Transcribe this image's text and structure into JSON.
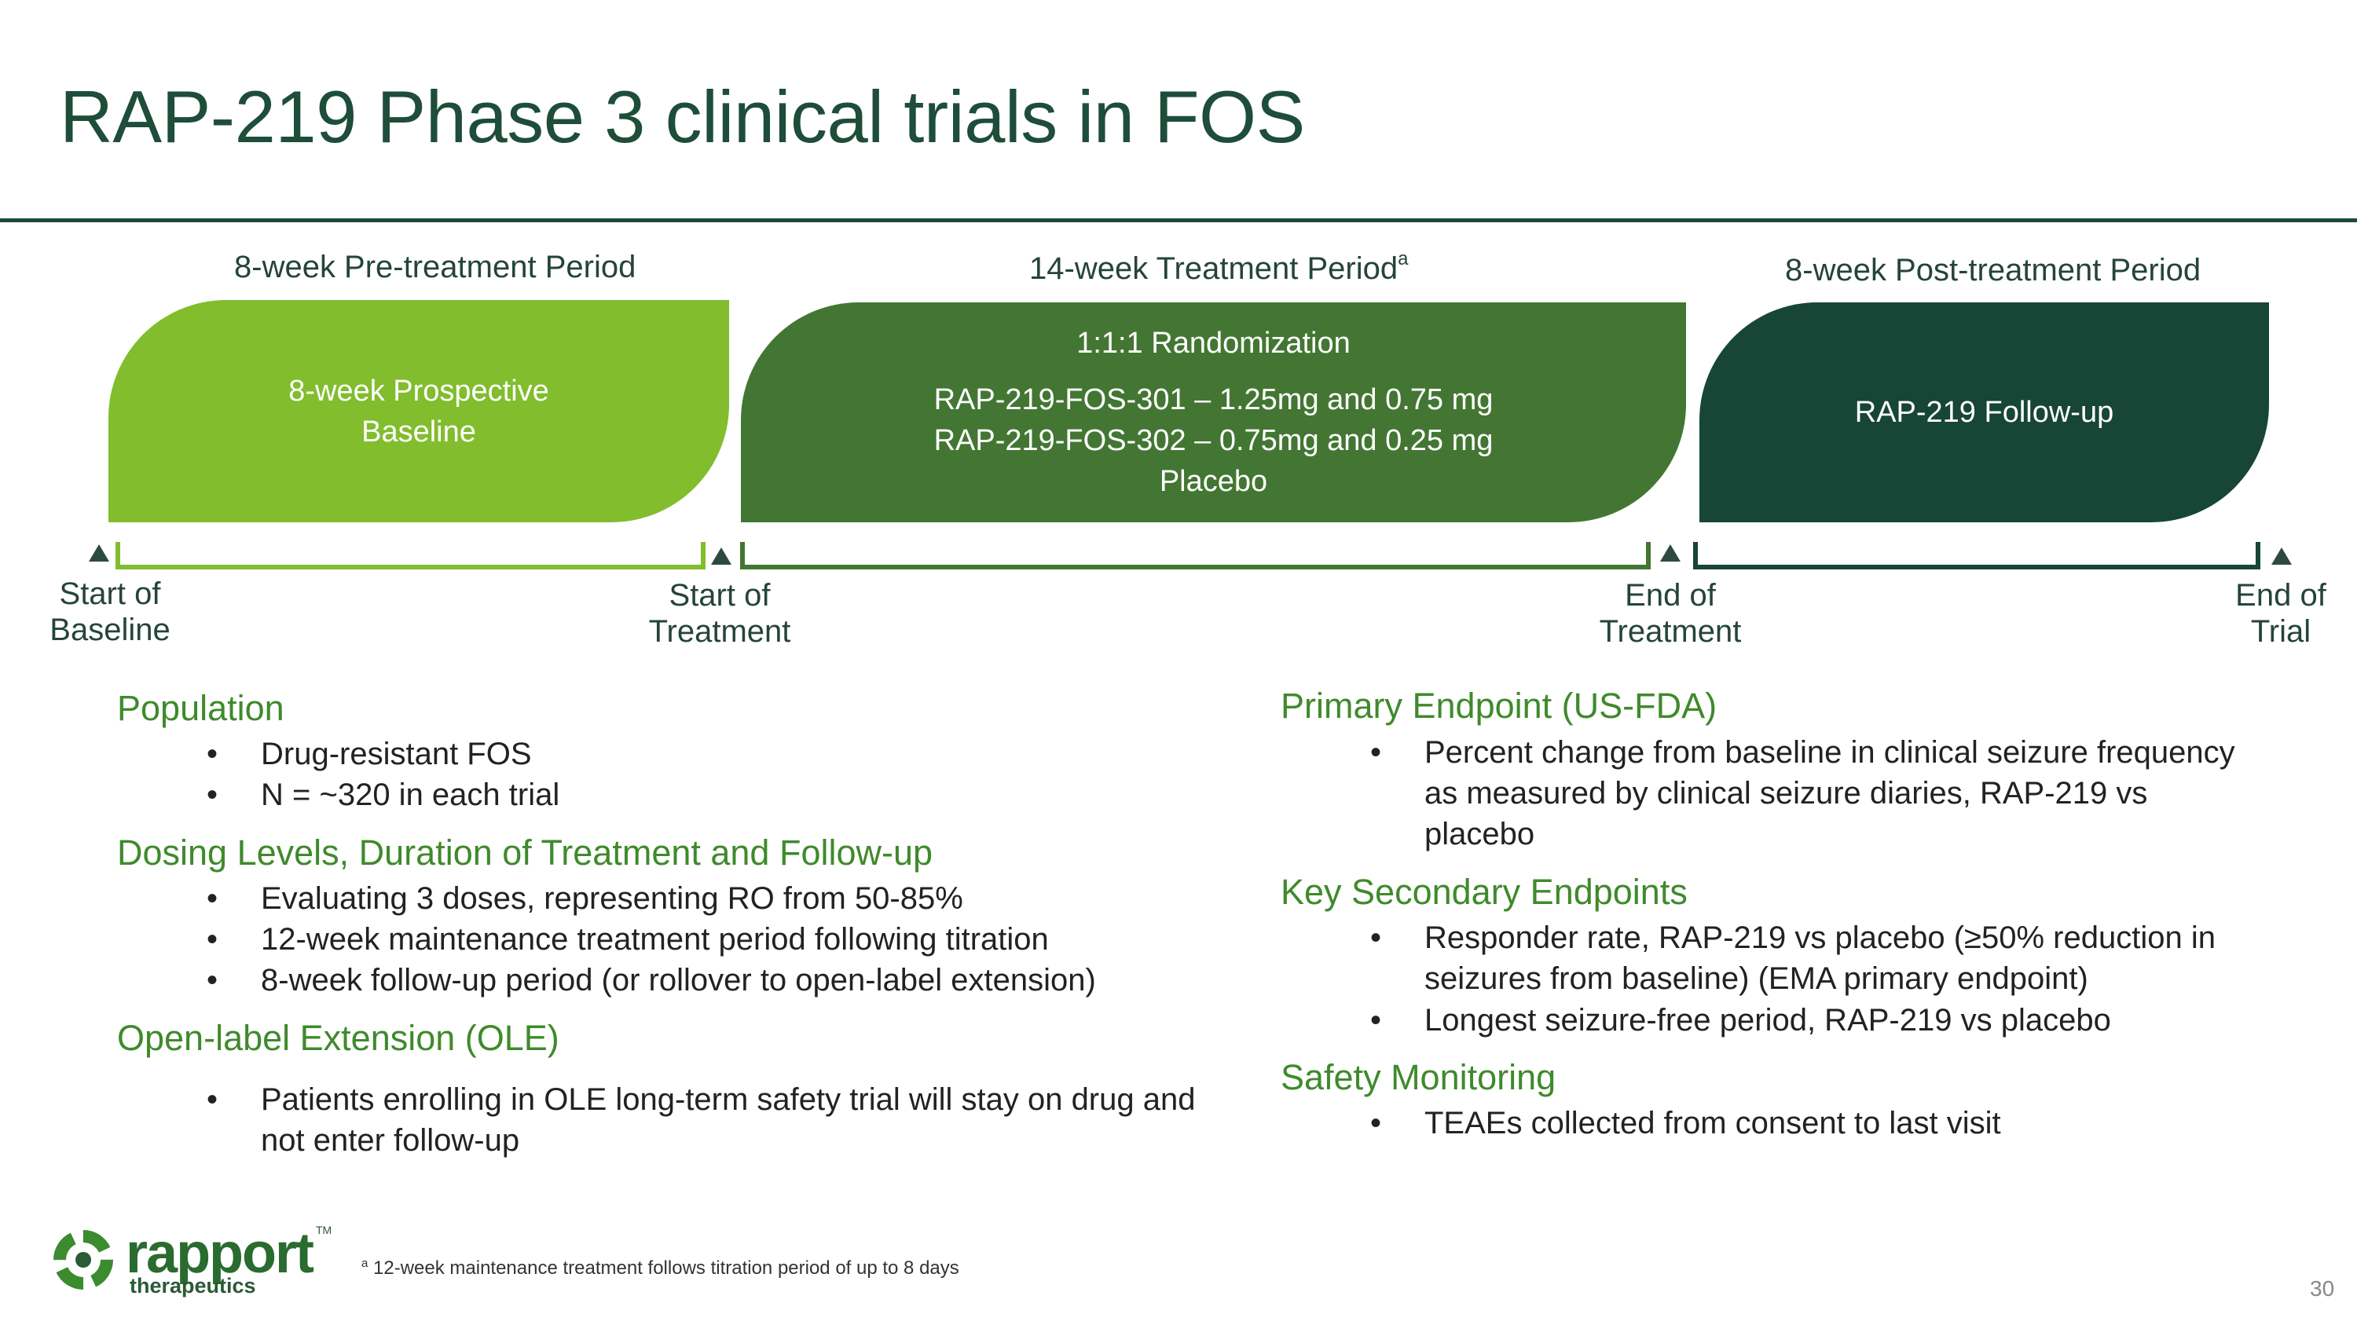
{
  "slide": {
    "title": "RAP-219 Phase 3 clinical trials in FOS",
    "page_number": "30"
  },
  "timeline": {
    "periods": [
      {
        "label": "8-week Pre-treatment Period"
      },
      {
        "label": "14-week Treatment Period",
        "superscript": "a"
      },
      {
        "label": "8-week Post-treatment Period"
      }
    ],
    "boxes": {
      "pre": {
        "lines": [
          "8-week Prospective",
          "Baseline"
        ]
      },
      "treatment": {
        "heading": "1:1:1 Randomization",
        "lines": [
          "RAP-219-FOS-301 – 1.25mg and 0.75 mg",
          "RAP-219-FOS-302 – 0.75mg and 0.25 mg",
          "Placebo"
        ]
      },
      "post": {
        "lines": [
          "RAP-219 Follow-up"
        ]
      }
    },
    "colors": {
      "pre": "#81bd2d",
      "treatment": "#437633",
      "post": "#174536"
    },
    "milestones": [
      {
        "line1": "Start of",
        "line2": "Baseline"
      },
      {
        "line1": "Start of",
        "line2": "Treatment"
      },
      {
        "line1": "End of",
        "line2": "Treatment"
      },
      {
        "line1": "End of",
        "line2": "Trial"
      }
    ]
  },
  "left_column": [
    {
      "heading": "Population",
      "bullets": [
        "Drug-resistant FOS",
        "N = ~320 in each trial"
      ]
    },
    {
      "heading": "Dosing Levels, Duration of Treatment and Follow-up",
      "bullets": [
        "Evaluating 3 doses, representing RO from 50-85%",
        "12-week maintenance treatment period following titration",
        "8-week follow-up period (or rollover to open-label extension)"
      ]
    },
    {
      "heading": "Open-label Extension (OLE)",
      "bullets": [
        [
          "Patients enrolling in OLE long-term safety trial will stay on drug and",
          "not enter follow-up"
        ]
      ]
    }
  ],
  "right_column": [
    {
      "heading": "Primary Endpoint (US-FDA)",
      "bullets": [
        [
          "Percent change from baseline in clinical seizure frequency",
          "as measured by clinical seizure diaries, RAP-219 vs",
          "placebo"
        ]
      ]
    },
    {
      "heading": "Key Secondary Endpoints",
      "bullets": [
        [
          "Responder rate, RAP-219 vs placebo (≥50% reduction in",
          "seizures from baseline) (EMA primary endpoint)"
        ],
        "Longest seizure-free period, RAP-219 vs placebo"
      ]
    },
    {
      "heading": "Safety Monitoring",
      "bullets": [
        "TEAEs collected from consent to last visit"
      ]
    }
  ],
  "bullet_symbol": "•",
  "footnote": {
    "marker": "a",
    "text": "12-week maintenance treatment follows titration period of up to 8 days"
  },
  "logo": {
    "name": "rapport",
    "tagline": "therapeutics",
    "trademark": "TM",
    "icon": "rapport-logo-icon",
    "color": "#2a6b2f"
  }
}
